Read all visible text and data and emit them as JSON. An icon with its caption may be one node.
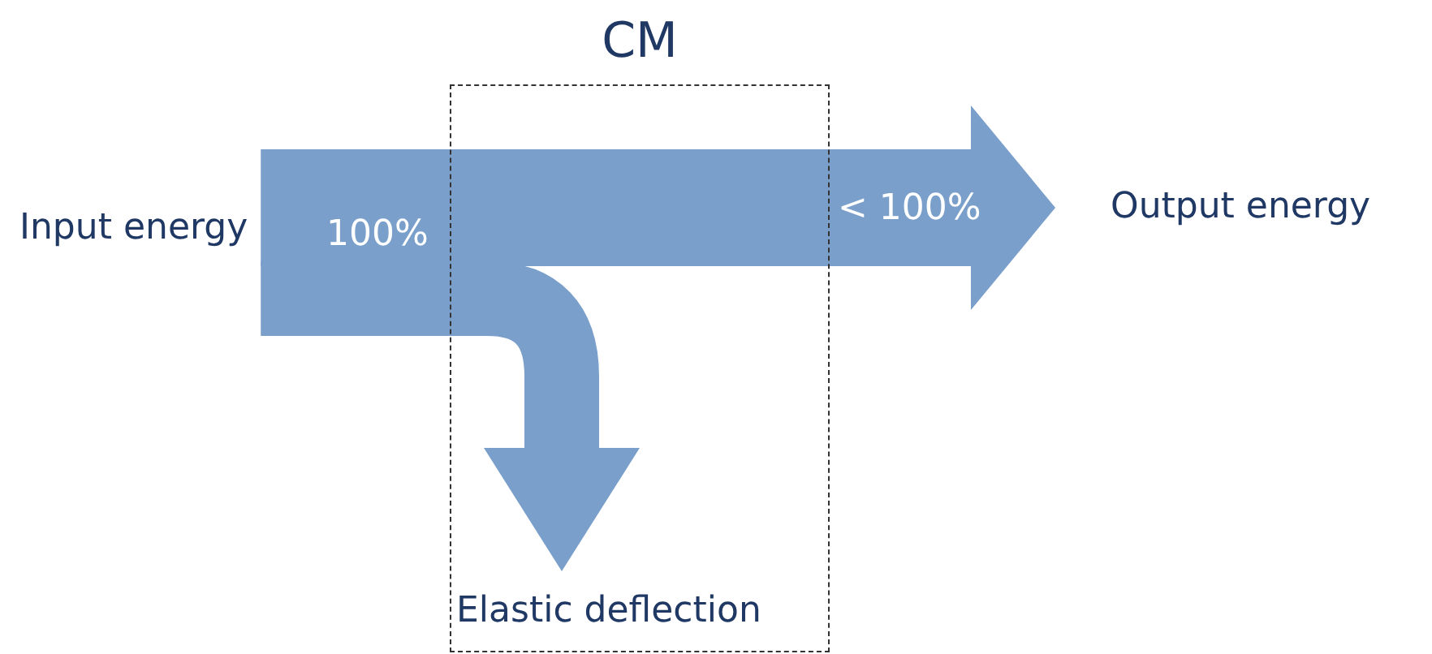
{
  "diagram": {
    "nodes": [
      {
        "text": [
          "CM"
        ]
      },
      {
        "text": [
          "Input energy"
        ]
      },
      {
        "text": [
          "Output energy"
        ]
      },
      {
        "text": [
          "Elastic deflection"
        ],
        "in": 0
      }
    ],
    "edges": [
      {
        "from": 1,
        "to": 2,
        "arrow": "to"
      },
      {
        "from": 1,
        "to": 3,
        "arrow": "to"
      }
    ],
    "labels": [
      "100%",
      "< 100%"
    ]
  }
}
